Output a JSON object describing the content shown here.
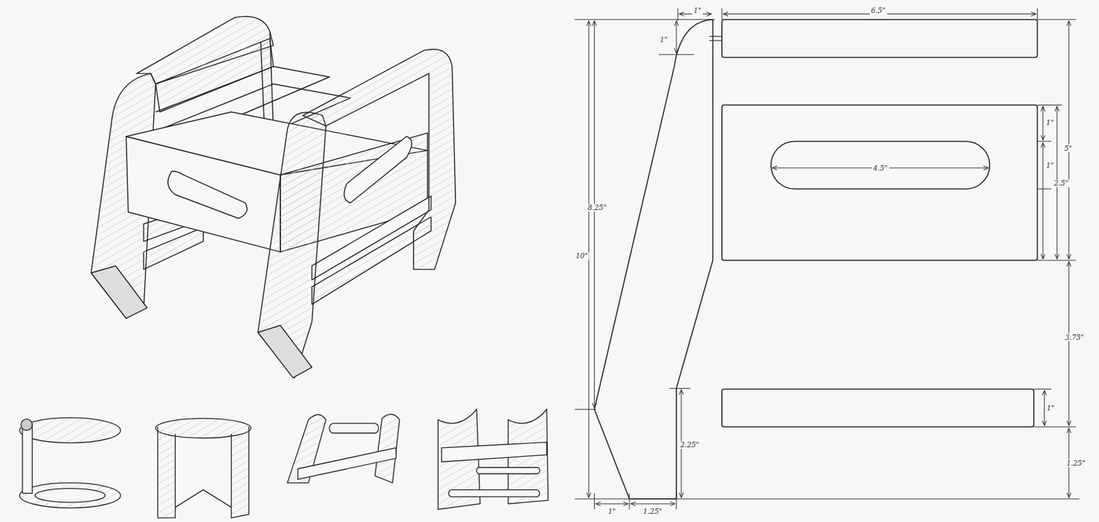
{
  "diagram": {
    "labels": [
      "1\"",
      "6.5\"",
      "1\"",
      "8.25\"",
      "10\"",
      "1\"",
      "1\"",
      "4.5\"",
      "2.5\"",
      "5\"",
      "3.75\"",
      "1\"",
      "1.25\"",
      "2.25\"",
      "1\"",
      "1.25\""
    ]
  }
}
